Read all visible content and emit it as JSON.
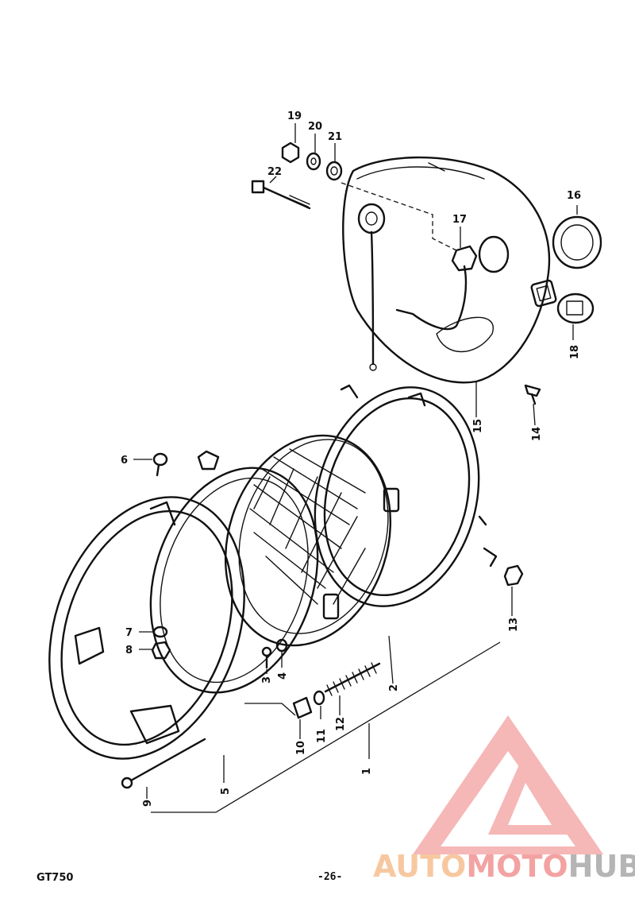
{
  "diagram": {
    "callouts": [
      {
        "label": "1"
      },
      {
        "label": "2"
      },
      {
        "label": "3"
      },
      {
        "label": "4"
      },
      {
        "label": "5"
      },
      {
        "label": "6"
      },
      {
        "label": "7"
      },
      {
        "label": "8"
      },
      {
        "label": "9"
      },
      {
        "label": "10"
      },
      {
        "label": "11"
      },
      {
        "label": "12"
      },
      {
        "label": "13"
      },
      {
        "label": "14"
      },
      {
        "label": "15"
      },
      {
        "label": "16"
      },
      {
        "label": "17"
      },
      {
        "label": "18"
      },
      {
        "label": "19"
      },
      {
        "label": "20"
      },
      {
        "label": "21"
      },
      {
        "label": "22"
      }
    ]
  },
  "footer": {
    "model": "GT750",
    "page": "-26-"
  },
  "watermark": {
    "text_part1": "AUTO",
    "text_part2": "MOTO",
    "text_part3": "HUB",
    "colors": {
      "orange": "#f7c8a0",
      "red": "#f3a2a2",
      "gray": "#b5b5b5"
    }
  }
}
